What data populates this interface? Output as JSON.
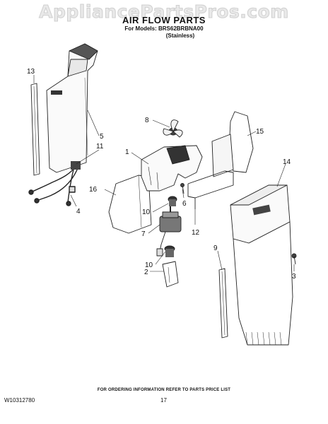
{
  "watermark": "AppliancePartsPros.com",
  "header": {
    "title": "AIR FLOW PARTS",
    "models": "For Models: BRS62BRBNA00",
    "finish": "(Stainless)"
  },
  "footer": {
    "ordering": "FOR ORDERING INFORMATION REFER TO PARTS PRICE LIST",
    "doc_number": "W10312780",
    "page_number": "17"
  },
  "callouts": {
    "c1": "1",
    "c2": "2",
    "c3": "3",
    "c4": "4",
    "c5": "5",
    "c6": "6",
    "c7": "7",
    "c8": "8",
    "c9": "9",
    "c10a": "10",
    "c10b": "10",
    "c11": "11",
    "c12": "12",
    "c13": "13",
    "c14": "14",
    "c15": "15",
    "c16": "16"
  }
}
